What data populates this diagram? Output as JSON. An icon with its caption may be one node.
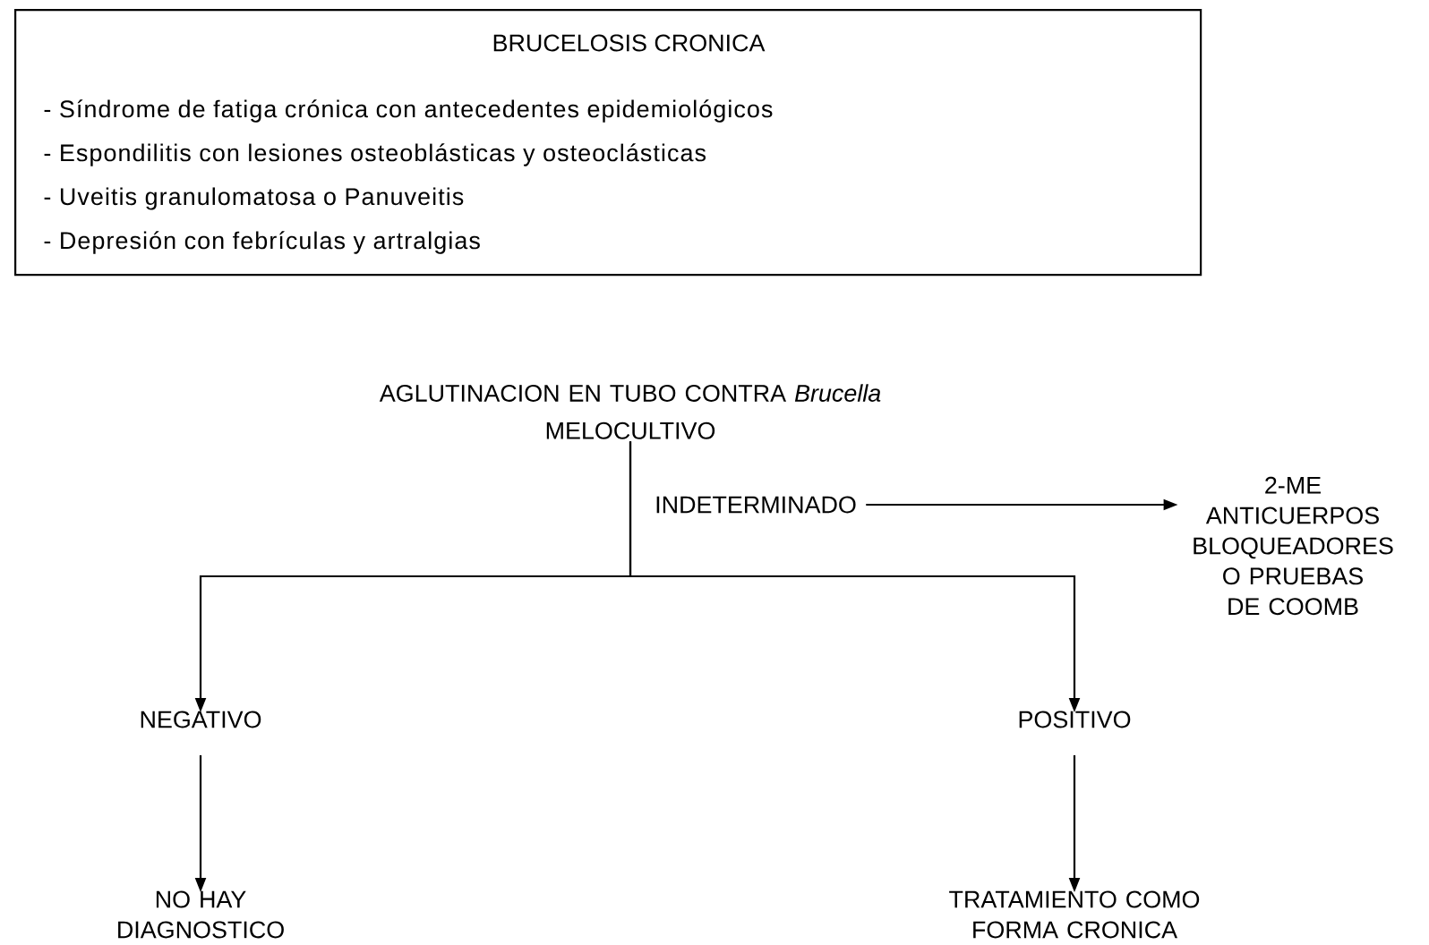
{
  "diagram": {
    "nodes": [
      {
        "text": [
          "BRUCELOSIS CRONICA",
          "- Síndrome de fatiga crónica con antecedentes epidemiológicos",
          "- Espondilitis con lesiones osteoblásticas y osteoclásticas",
          "- Uveitis granulomatosa o Panuveitis",
          "- Depresión con febrículas y artralgias"
        ]
      },
      {
        "text": [
          "AGLUTINACION EN TUBO CONTRA *Brucella*",
          "MELOCULTIVO"
        ]
      },
      {
        "text": [
          "INDETERMINADO"
        ]
      },
      {
        "text": [
          "2-ME ANTICUERPOS BLOQUEADORES O PRUEBAS DE COOMB"
        ]
      },
      {
        "text": [
          "NEGATIVO"
        ]
      },
      {
        "text": [
          "POSITIVO"
        ]
      },
      {
        "text": [
          "NO HAY DIAGNOSTICO"
        ]
      },
      {
        "text": [
          "TRATAMIENTO COMO FORMA CRONICA"
        ]
      }
    ],
    "edges": [
      {
        "from": 1,
        "to": 4,
        "arrow": "to"
      },
      {
        "from": 1,
        "to": 5,
        "arrow": "to"
      },
      {
        "from": 2,
        "to": 3,
        "arrow": "to"
      },
      {
        "from": 4,
        "to": 6,
        "arrow": "to"
      },
      {
        "from": 5,
        "to": 7,
        "arrow": "to"
      }
    ]
  }
}
